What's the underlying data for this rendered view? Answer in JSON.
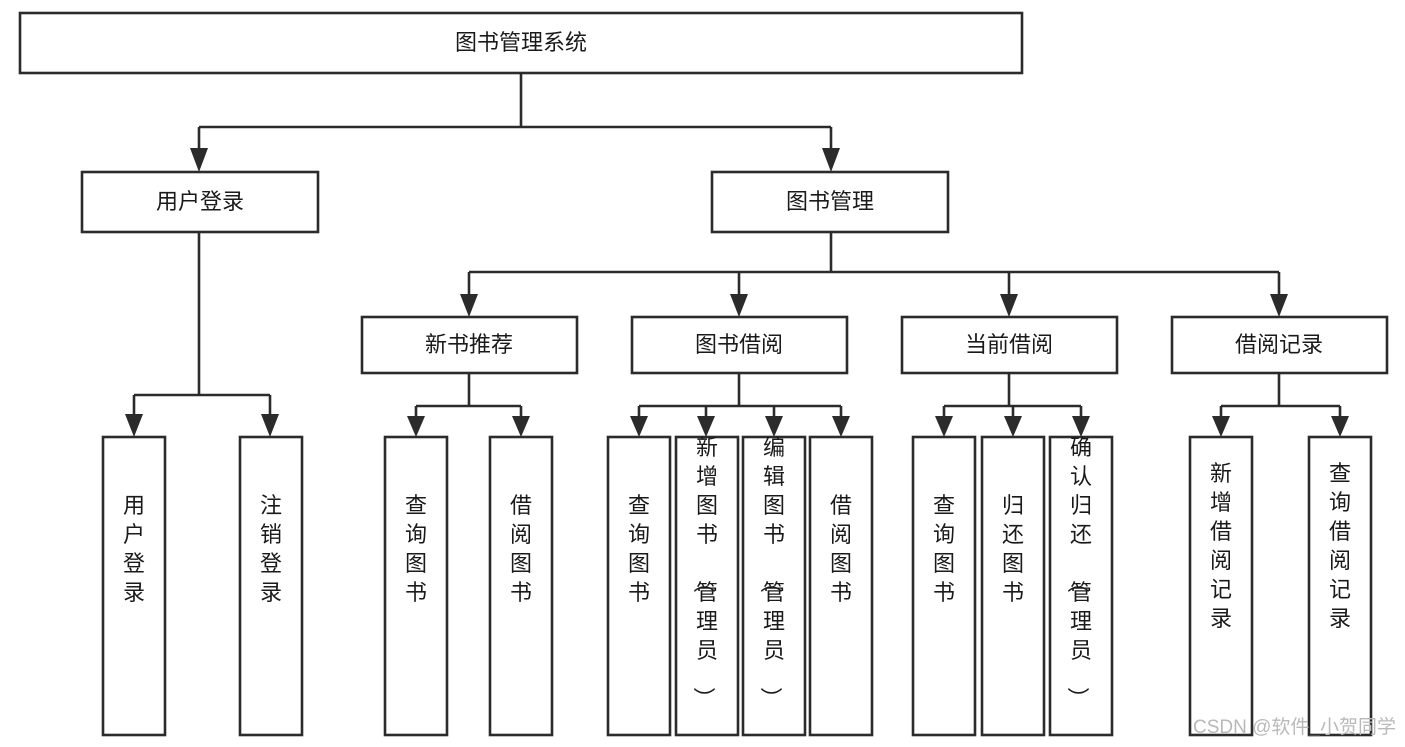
{
  "diagram": {
    "type": "tree-hierarchy-chart",
    "title": "图书管理系统",
    "background_color": "#ffffff",
    "line_color": "#2b2b2b",
    "text_color": "#1a1a1a",
    "orientation": "top-down",
    "levels": 4
  },
  "root": {
    "label": "图书管理系统",
    "orientation": "horizontal"
  },
  "level2": [
    {
      "label": "用户登录",
      "orientation": "horizontal"
    },
    {
      "label": "图书管理",
      "orientation": "horizontal"
    }
  ],
  "level3": [
    {
      "label": "新书推荐",
      "orientation": "horizontal",
      "parent": "图书管理"
    },
    {
      "label": "图书借阅",
      "orientation": "horizontal",
      "parent": "图书管理"
    },
    {
      "label": "当前借阅",
      "orientation": "horizontal",
      "parent": "图书管理"
    },
    {
      "label": "借阅记录",
      "orientation": "horizontal",
      "parent": "图书管理"
    }
  ],
  "leaves": {
    "user_login": [
      {
        "label": "用户登录",
        "orientation": "vertical"
      },
      {
        "label": "注销登录",
        "orientation": "vertical"
      }
    ],
    "new_book_recommend": [
      {
        "label": "查询图书",
        "orientation": "vertical"
      },
      {
        "label": "借阅图书",
        "orientation": "vertical"
      }
    ],
    "book_borrow": [
      {
        "label": "查询图书",
        "orientation": "vertical"
      },
      {
        "label": "新增图书（管理员）",
        "orientation": "vertical"
      },
      {
        "label": "编辑图书（管理员）",
        "orientation": "vertical"
      },
      {
        "label": "借阅图书",
        "orientation": "vertical"
      }
    ],
    "current_borrow": [
      {
        "label": "查询图书",
        "orientation": "vertical"
      },
      {
        "label": "归还图书",
        "orientation": "vertical"
      },
      {
        "label": "确认归还（管理员）",
        "orientation": "vertical"
      }
    ],
    "borrow_record": [
      {
        "label": "新增借阅记录",
        "orientation": "vertical"
      },
      {
        "label": "查询借阅记录",
        "orientation": "vertical"
      }
    ]
  },
  "watermark": {
    "text": "CSDN @软件_小贺同学",
    "color": "#b9b9b9"
  }
}
